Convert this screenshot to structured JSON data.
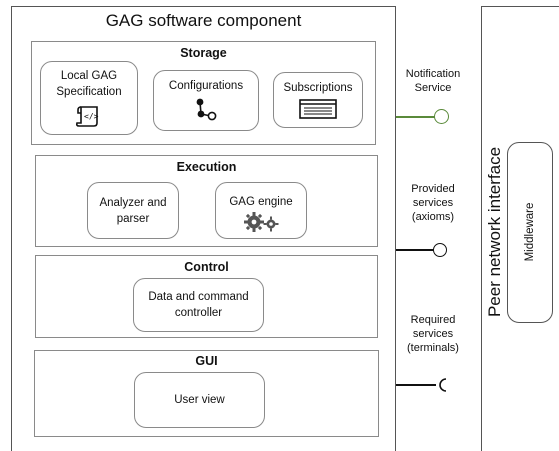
{
  "component": {
    "title": "GAG software component"
  },
  "storage": {
    "title": "Storage",
    "items": [
      {
        "label_line1": "Local GAG",
        "label_line2": "Specification",
        "icon": "scroll-code-icon"
      },
      {
        "label_line1": "Configurations",
        "label_line2": "",
        "icon": "share-nodes-icon"
      },
      {
        "label_line1": "Subscriptions",
        "label_line2": "",
        "icon": "list-window-icon"
      }
    ]
  },
  "execution": {
    "title": "Execution",
    "items": [
      {
        "label_line1": "Analyzer and",
        "label_line2": "parser"
      },
      {
        "label_line1": "GAG engine",
        "label_line2": "",
        "icon": "gears-icon"
      }
    ]
  },
  "control": {
    "title": "Control",
    "items": [
      {
        "label_line1": "Data and command",
        "label_line2": "controller"
      }
    ]
  },
  "gui": {
    "title": "GUI",
    "items": [
      {
        "label_line1": "User view"
      }
    ]
  },
  "interfaces": {
    "notification": {
      "line1": "Notification",
      "line2": "Service",
      "color": "#5a8a3a"
    },
    "provided": {
      "line1": "Provided",
      "line2": "services",
      "line3": "(axioms)"
    },
    "required": {
      "line1": "Required",
      "line2": "services",
      "line3": "(terminals)"
    }
  },
  "peer": {
    "title": "Peer network interface",
    "middleware": "Middleware"
  }
}
